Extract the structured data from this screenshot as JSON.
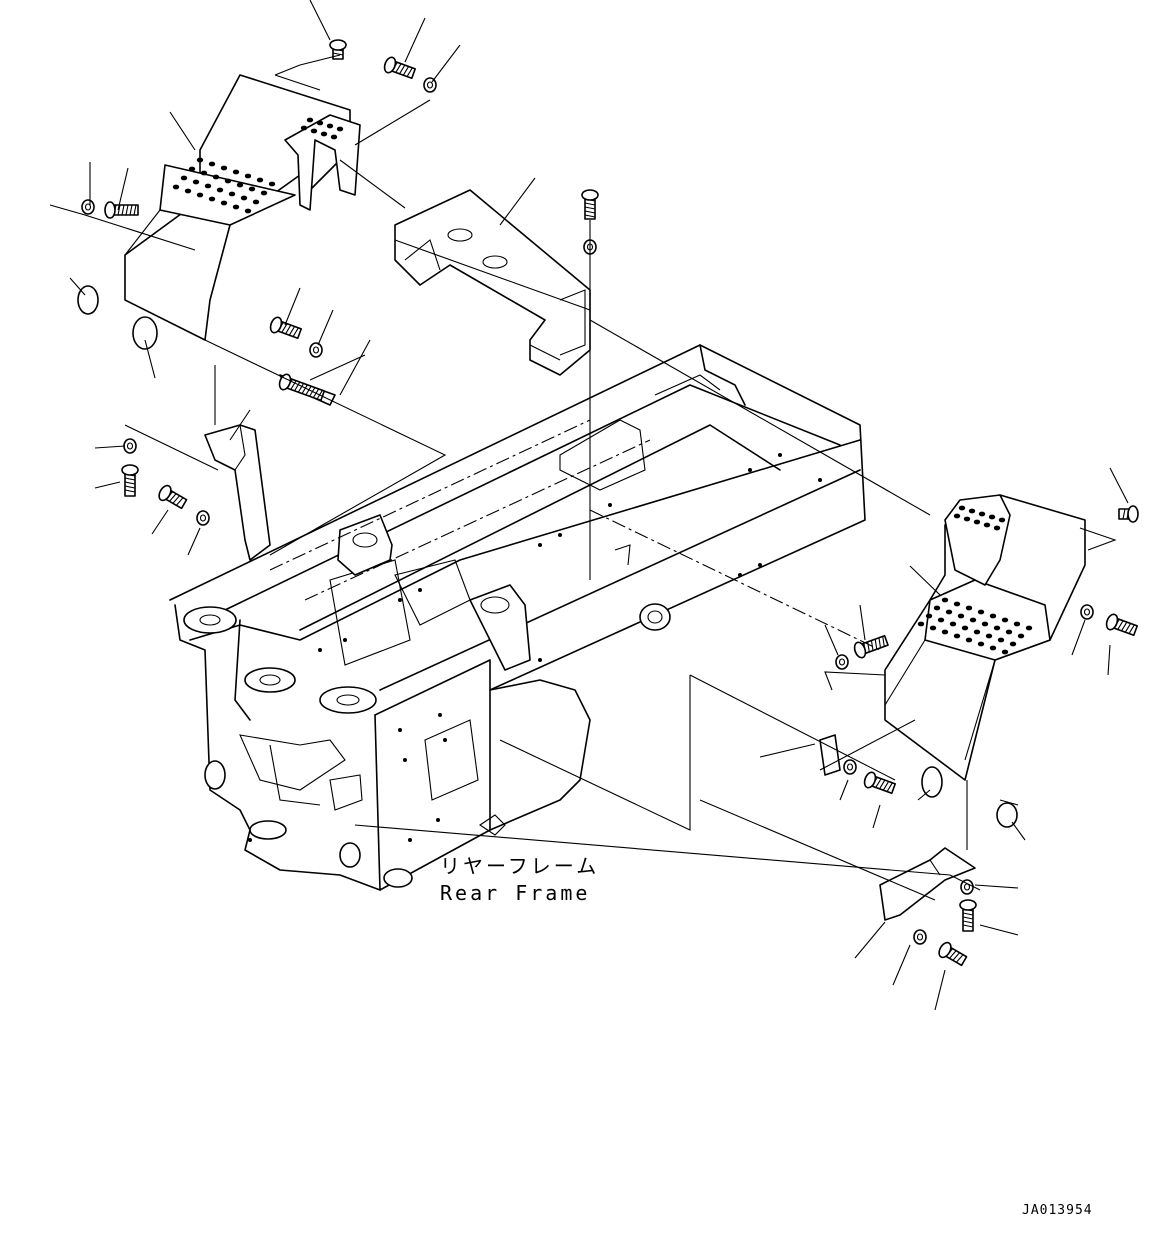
{
  "labels": {
    "frame_jp": "リヤーフレーム",
    "frame_en": "Rear Frame",
    "drawing_code": "JA013954"
  }
}
